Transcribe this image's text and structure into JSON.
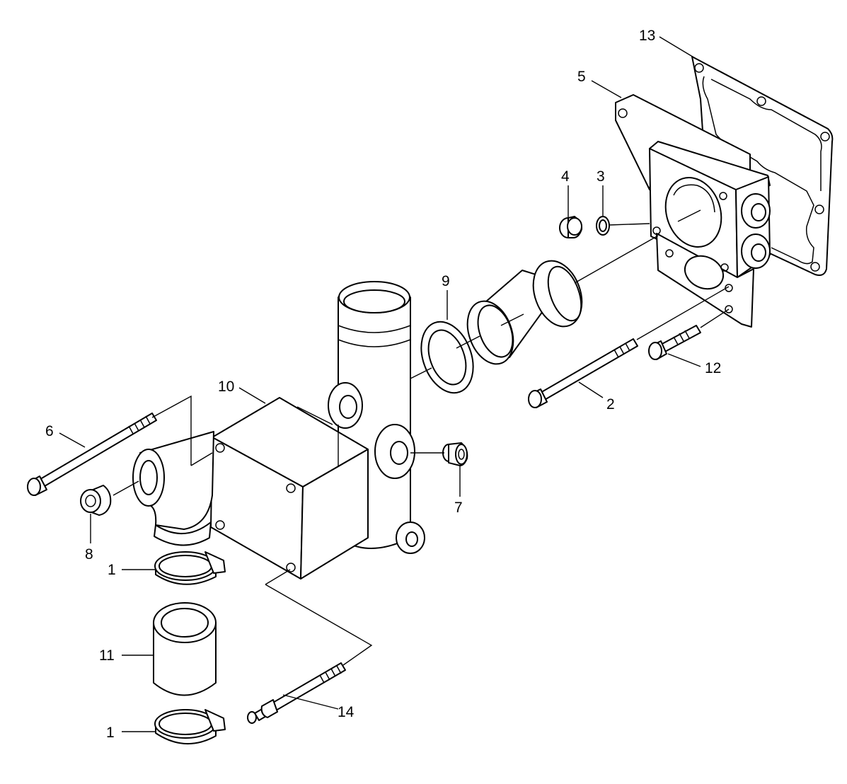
{
  "callouts": {
    "c13": "13",
    "c5": "5",
    "c4": "4",
    "c3": "3",
    "c9": "9",
    "c10": "10",
    "c6": "6",
    "c7": "7",
    "c8": "8",
    "c1a": "1",
    "c11": "11",
    "c1b": "1",
    "c14": "14",
    "c2": "2",
    "c12": "12"
  }
}
